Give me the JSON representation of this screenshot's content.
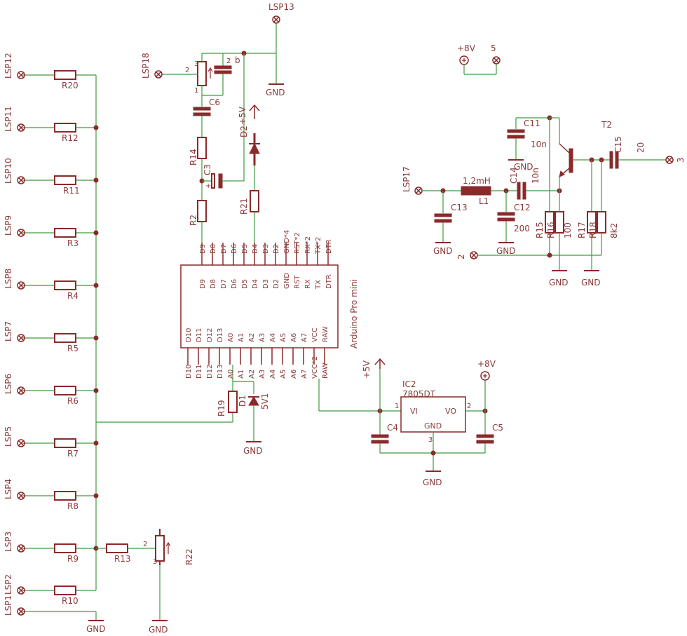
{
  "labels": {
    "lsp1": "LSP1",
    "lsp2": "LSP2",
    "lsp3": "LSP3",
    "lsp4": "LSP4",
    "lsp5": "LSP5",
    "lsp6": "LSP6",
    "lsp7": "LSP7",
    "lsp8": "LSP8",
    "lsp9": "LSP9",
    "lsp10": "LSP10",
    "lsp11": "LSP11",
    "lsp12": "LSP12",
    "lsp13": "LSP13",
    "lsp17": "LSP17",
    "lsp18": "LSP18",
    "r20": "R20",
    "r12": "R12",
    "r11": "R11",
    "r3": "R3",
    "r4": "R4",
    "r5": "R5",
    "r6": "R6",
    "r7": "R7",
    "r8": "R8",
    "r9": "R9",
    "r10": "R10",
    "r13": "R13",
    "r22": "R22",
    "r19": "R19",
    "r14": "R14",
    "r2": "R2",
    "r21": "R21",
    "r15": "R15",
    "r16": "R16",
    "r17": "R17",
    "r18": "R18",
    "c3": "C3",
    "c4": "C4",
    "c5": "C5",
    "c6": "C6",
    "c11": "C11",
    "c12": "C12",
    "c13": "C13",
    "c14": "C14",
    "c15": "C15",
    "d1": "D1",
    "d2": "D2",
    "d1_val": "5V1",
    "ic2": "IC2",
    "ic2_val": "7805DT",
    "vi": "VI",
    "vo": "VO",
    "ic_gnd": "GND",
    "l1": "L1",
    "l1_val": "1,2mH",
    "t2": "T2",
    "gnd": "GND",
    "p5v": "+5V",
    "p8v": "+8V",
    "n1": "1",
    "n2": "2",
    "n3": "3",
    "n5": "5",
    "v10n": "10n",
    "v200": "200",
    "v20": "20",
    "v100": "100",
    "v8k2": "8k2",
    "arduino": "Arduino Pro mini"
  },
  "arduino_top_pins": [
    "D9",
    "D8",
    "D7",
    "D6",
    "D5",
    "D4",
    "D3",
    "D2",
    "GND*4",
    "RST*2",
    "RX*2",
    "TX*2",
    "DTR"
  ],
  "arduino_top_inner": [
    "D9",
    "D8",
    "D7",
    "D6",
    "D5",
    "D4",
    "D3",
    "D2",
    "GND",
    "RST",
    "RX",
    "TX",
    "DTR"
  ],
  "arduino_bot_inner": [
    "D10",
    "D11",
    "D12",
    "D13",
    "A0",
    "A1",
    "A2",
    "A3",
    "A4",
    "A5",
    "A6",
    "A7",
    "VCC",
    "RAW"
  ],
  "arduino_bot_pins": [
    "D10",
    "D11",
    "D12",
    "D13",
    "A0",
    "A1",
    "A2",
    "A3",
    "A4",
    "A5",
    "A6",
    "A7",
    "VCC*2",
    "RAW"
  ]
}
